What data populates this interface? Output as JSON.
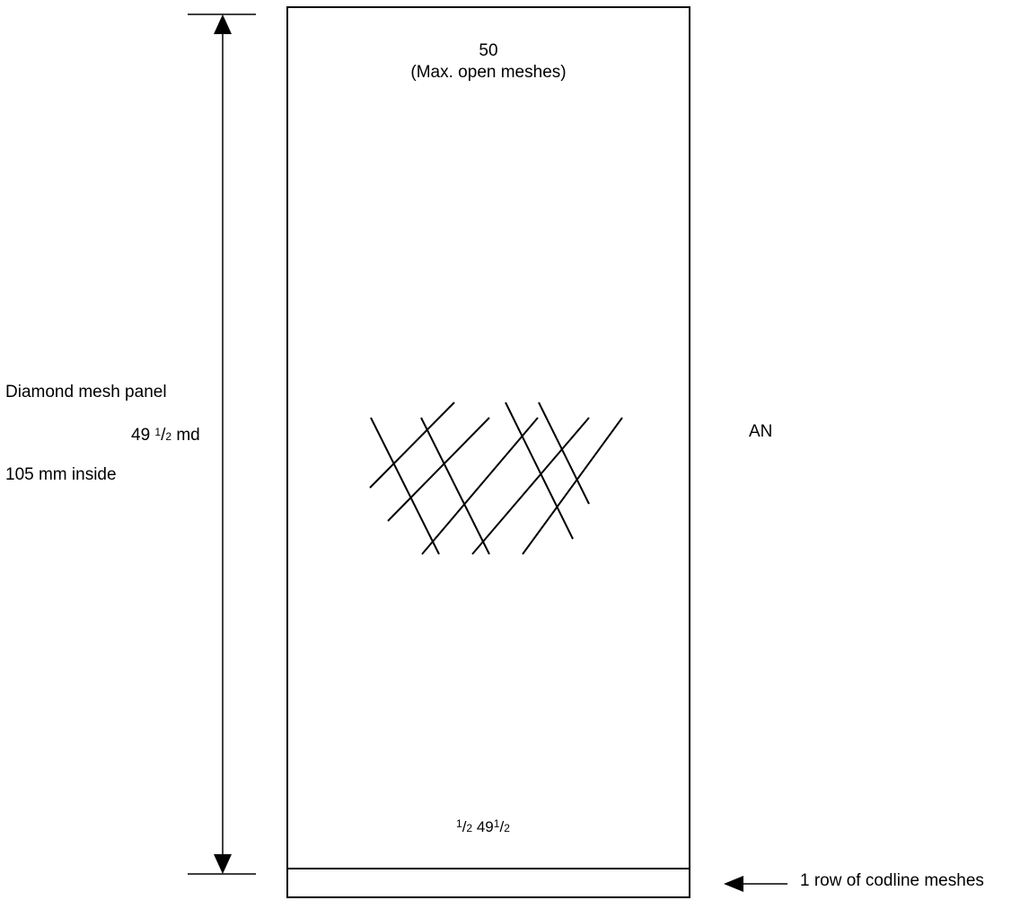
{
  "top_label": {
    "count": "50",
    "note": "(Max. open meshes)"
  },
  "left_labels": {
    "panel_name": "Diamond mesh panel",
    "md_whole": "49",
    "md_frac_num": "1",
    "md_frac_den": "2",
    "md_unit": "md",
    "mesh_size": "105 mm inside"
  },
  "side_label": "AN",
  "bottom_label": {
    "frac_num": "1",
    "frac_den": "2",
    "whole": "49",
    "trail_num": "1",
    "trail_den": "2"
  },
  "codline_label": "1 row of codline meshes",
  "colors": {
    "ink": "#000000",
    "background": "#ffffff"
  }
}
